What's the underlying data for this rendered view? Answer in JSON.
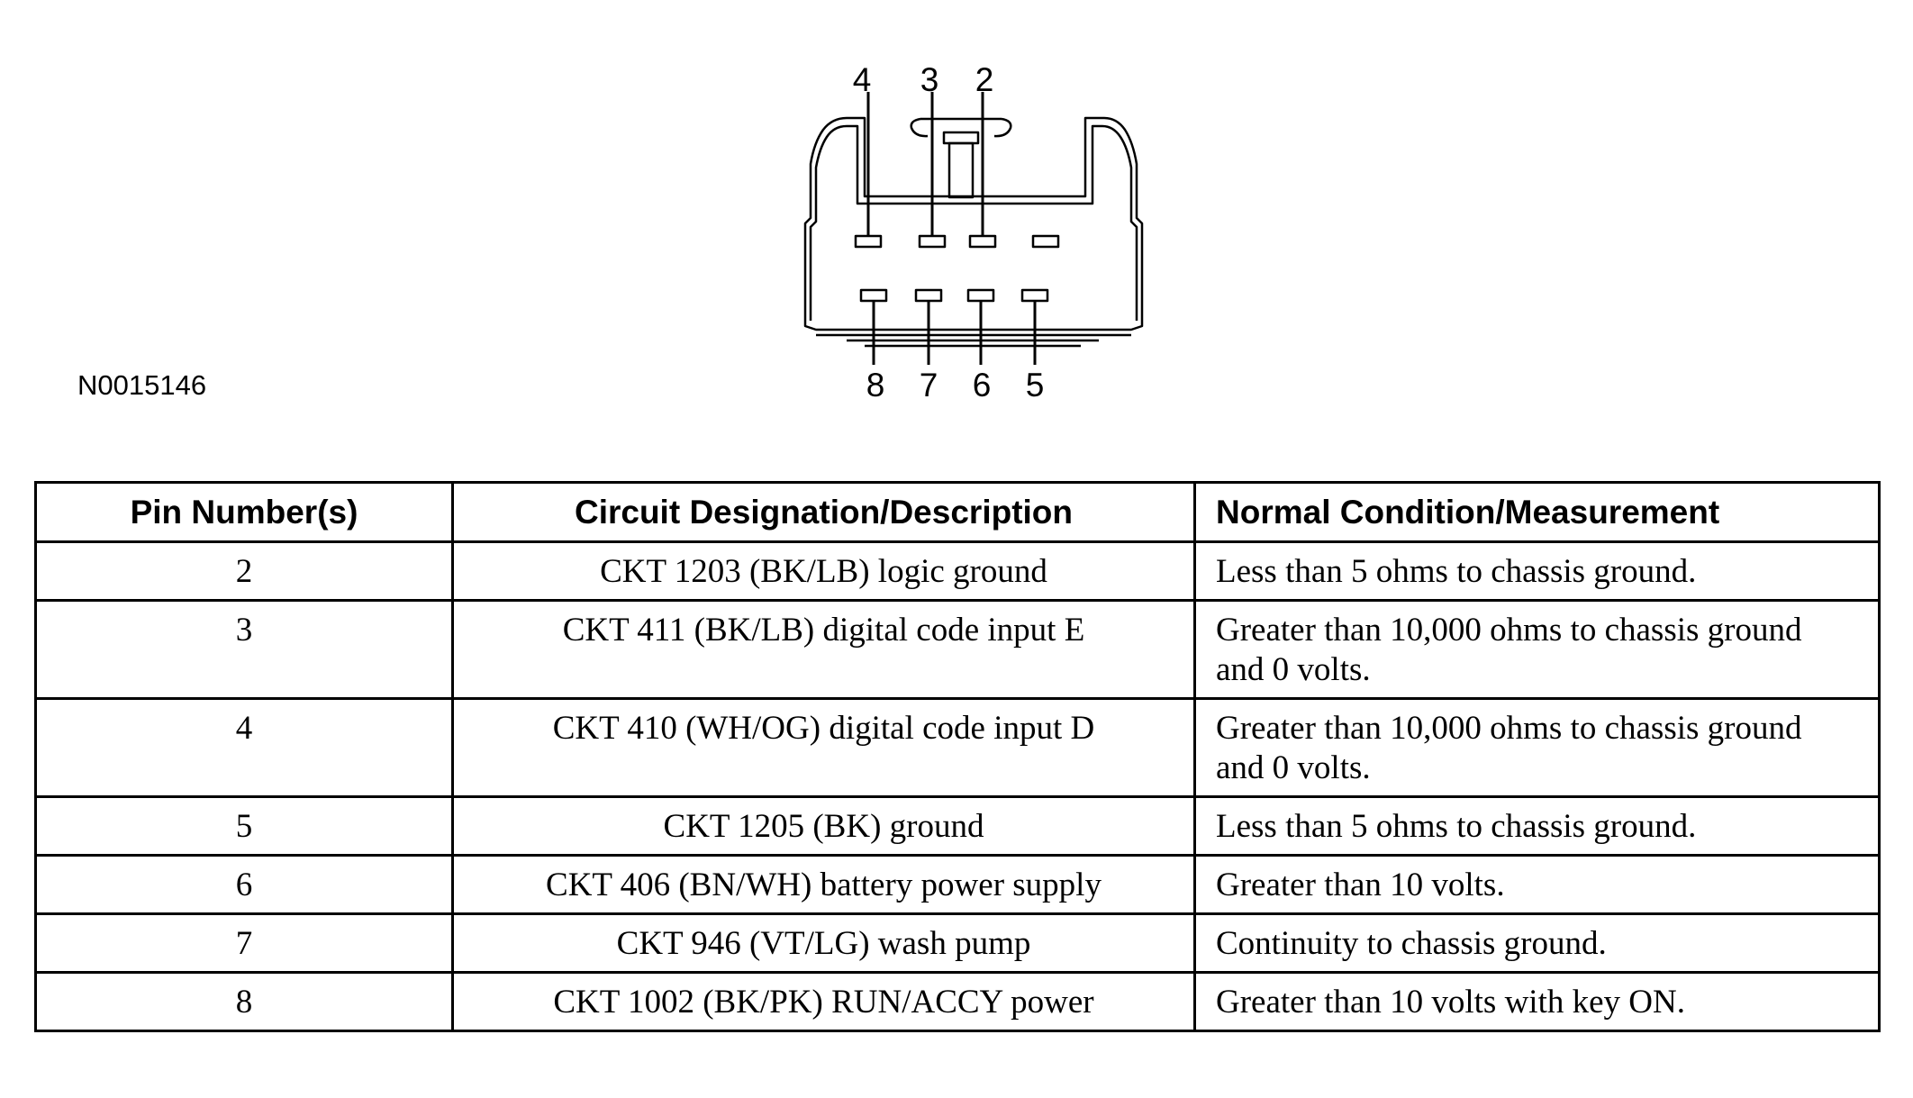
{
  "figure_id": "N0015146",
  "connector": {
    "top_pin_labels": [
      "4",
      "3",
      "2"
    ],
    "bottom_pin_labels": [
      "8",
      "7",
      "6",
      "5"
    ]
  },
  "table": {
    "headers": [
      "Pin Number(s)",
      "Circuit Designation/Description",
      "Normal Condition/Measurement"
    ],
    "rows": [
      {
        "pin": "2",
        "circuit": "CKT 1203 (BK/LB) logic ground",
        "condition": "Less than 5 ohms to chassis ground."
      },
      {
        "pin": "3",
        "circuit": "CKT 411 (BK/LB) digital code input E",
        "condition": "Greater than 10,000 ohms to chassis ground and 0 volts."
      },
      {
        "pin": "4",
        "circuit": "CKT 410 (WH/OG) digital code input D",
        "condition": "Greater than 10,000 ohms to chassis ground and 0 volts."
      },
      {
        "pin": "5",
        "circuit": "CKT 1205 (BK) ground",
        "condition": "Less than 5 ohms to chassis ground."
      },
      {
        "pin": "6",
        "circuit": "CKT 406 (BN/WH) battery power supply",
        "condition": "Greater than 10 volts."
      },
      {
        "pin": "7",
        "circuit": "CKT 946 (VT/LG) wash pump",
        "condition": "Continuity to chassis ground."
      },
      {
        "pin": "8",
        "circuit": "CKT 1002 (BK/PK) RUN/ACCY power",
        "condition": "Greater than 10 volts with key ON."
      }
    ]
  }
}
